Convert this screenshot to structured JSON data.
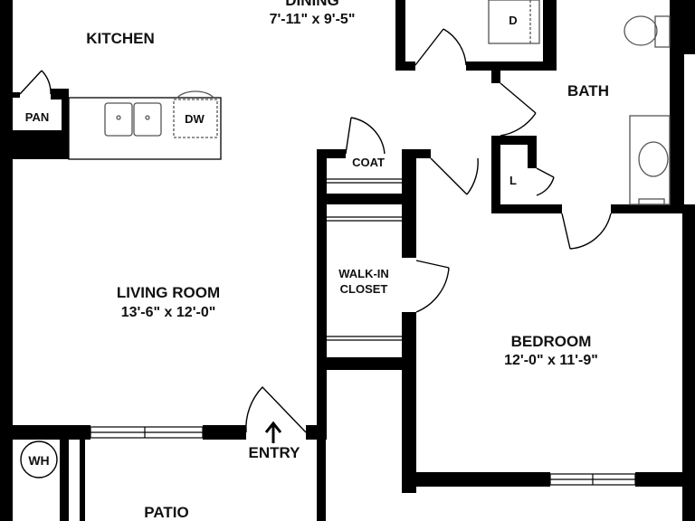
{
  "rooms": {
    "dining": {
      "name": "DINING",
      "dims": "7'-11\" x 9'-5\""
    },
    "kitchen": {
      "name": "KITCHEN"
    },
    "bath": {
      "name": "BATH"
    },
    "living": {
      "name": "LIVING ROOM",
      "dims": "13'-6\" x 12'-0\""
    },
    "bedroom": {
      "name": "BEDROOM",
      "dims": "12'-0\" x 11'-9\""
    },
    "patio": {
      "name": "PATIO"
    }
  },
  "closets": {
    "pantry": "PAN",
    "coat": "COAT",
    "walkin_line1": "WALK-IN",
    "walkin_line2": "CLOSET",
    "linen": "L"
  },
  "fixtures": {
    "dishwasher": "DW",
    "dryer": "D",
    "water_heater": "WH"
  },
  "entry": {
    "label": "ENTRY"
  },
  "colors": {
    "wall": "#000000",
    "fixture": "#555555",
    "background": "#ffffff"
  }
}
